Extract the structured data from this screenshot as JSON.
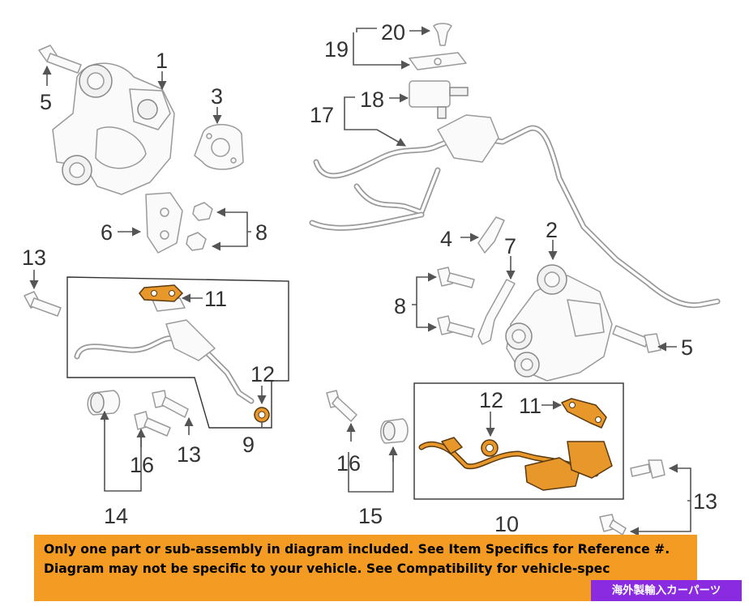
{
  "callouts": {
    "c1": "1",
    "c2": "2",
    "c3": "3",
    "c4": "4",
    "c5a": "5",
    "c5b": "5",
    "c6": "6",
    "c7": "7",
    "c8a": "8",
    "c8b": "8",
    "c9": "9",
    "c10": "10",
    "c11a": "11",
    "c11b": "11",
    "c12a": "12",
    "c12b": "12",
    "c13a": "13",
    "c13b": "13",
    "c13c": "13",
    "c14": "14",
    "c15": "15",
    "c16a": "16",
    "c16b": "16",
    "c17": "17",
    "c18": "18",
    "c19": "19",
    "c20": "20"
  },
  "notice": {
    "line1": "Only one part or sub-assembly in diagram included. See Item Specifics for Reference #.",
    "line2": "Diagram may not be specific to your vehicle. See Compatibility for vehicle-spec"
  },
  "badge": "海外製輸入カーパーツ",
  "colors": {
    "highlight": "#e8972b",
    "notice_bg": "#f39b23",
    "badge_bg": "#8a2be2"
  }
}
